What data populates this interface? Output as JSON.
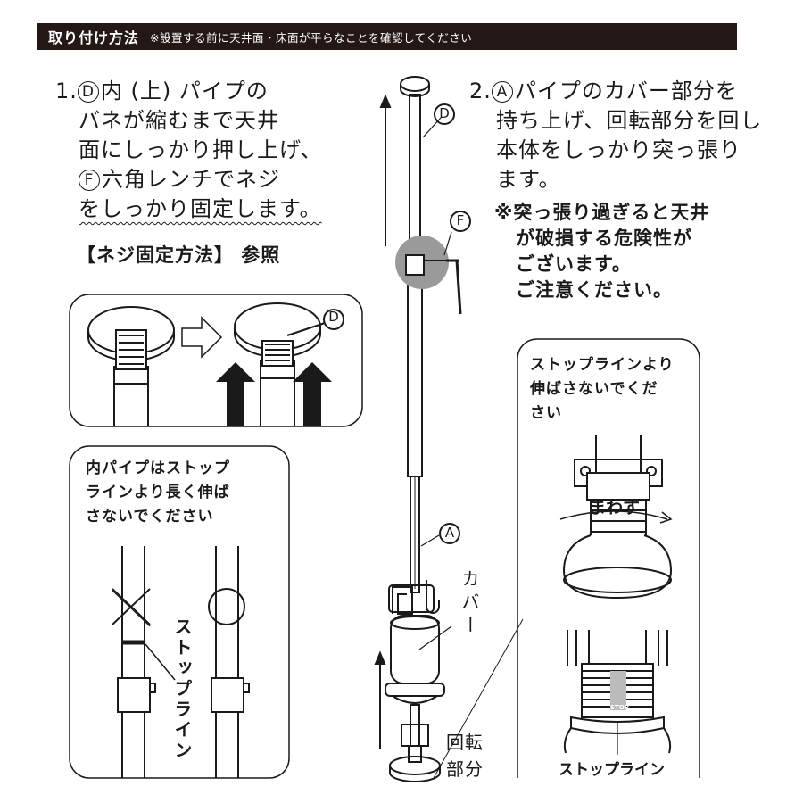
{
  "header": {
    "title": "取り付け方法",
    "note": "※設置する前に天井面・床面が平らなことを確認してください"
  },
  "step1": {
    "number": "1.",
    "part_d": "D",
    "line1": "内 (上) パイプの",
    "line2": "バネが縮むまで天井",
    "line3": "面にしっかり押し上げ、",
    "part_f": "F",
    "line4": "六角レンチでネジ",
    "line5": "をしっかり固定します。"
  },
  "reference": "【ネジ固定方法】 参照",
  "step2": {
    "number": "2.",
    "part_a": "A",
    "line1": "パイプのカバー部分を",
    "line2": "持ち上げ、回転部分を回し",
    "line3": "本体をしっかり突っ張り",
    "line4": "ます。"
  },
  "warning": {
    "line1": "※突っ張り過ぎると天井",
    "line2": "が破損する危険性が",
    "line3": "ございます。",
    "line4": "ご注意ください。"
  },
  "spring_box": {
    "label_d": "D"
  },
  "left_box": {
    "line1": "内パイプはストップ",
    "line2": "ラインより長く伸ば",
    "line3": "さないでください",
    "stop_line_label": "ストップライン"
  },
  "right_box": {
    "line1": "ストップラインより",
    "line2": "伸ばさないでくだ",
    "line3": "さい",
    "rotate_label": "まわす",
    "stop_mark": "STOP",
    "stop_line_label": "ストップライン"
  },
  "center": {
    "label_d": "D",
    "label_f": "F",
    "label_a": "A",
    "cover_label": "カバー",
    "rotation_label_1": "回転",
    "rotation_label_2": "部分"
  }
}
